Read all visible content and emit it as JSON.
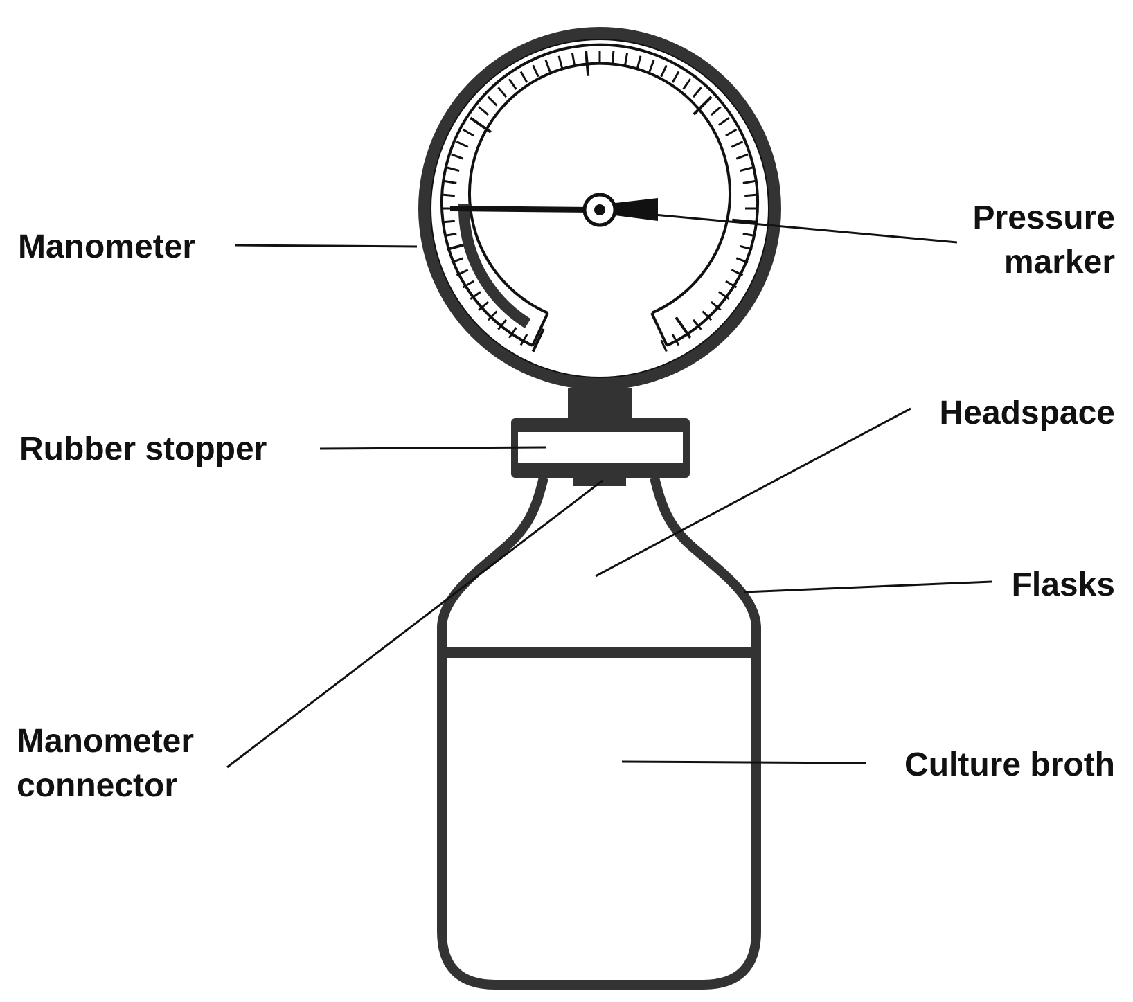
{
  "labels": {
    "manometer": "Manometer",
    "pressure_marker_line1": "Pressure",
    "pressure_marker_line2": "marker",
    "headspace": "Headspace",
    "rubber_stopper": "Rubber stopper",
    "flasks": "Flasks",
    "manometer_connector_line1": "Manometer",
    "manometer_connector_line2": "connector",
    "culture_broth": "Culture broth"
  },
  "colors": {
    "ink": "#111111",
    "body": "#333333",
    "background": "#ffffff"
  }
}
